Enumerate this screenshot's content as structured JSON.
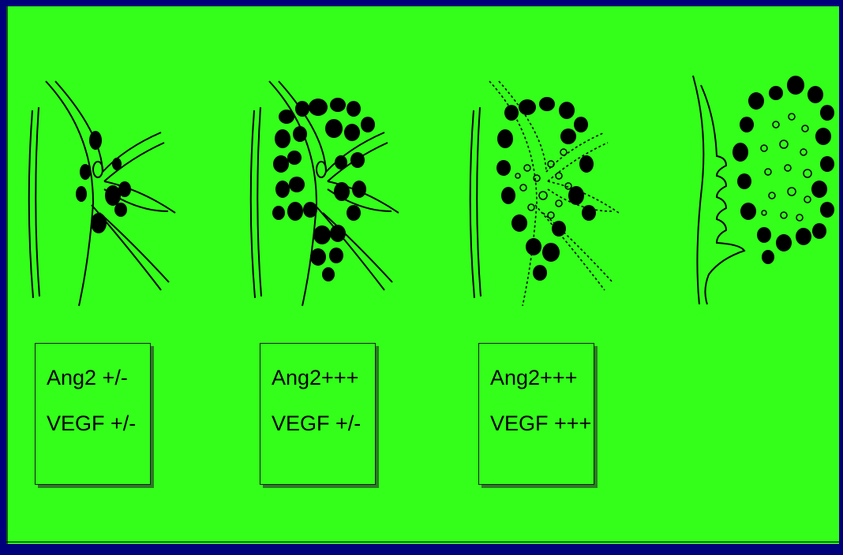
{
  "colors": {
    "background": "#00007a",
    "panel": "#33ff1a",
    "ink": "#000000"
  },
  "stages": [
    {
      "ang2": "Ang2 +/-",
      "vegf": "VEGF +/-"
    },
    {
      "ang2": "Ang2+++",
      "vegf": "VEGF +/-"
    },
    {
      "ang2": "Ang2+++",
      "vegf": "VEGF +++"
    }
  ]
}
